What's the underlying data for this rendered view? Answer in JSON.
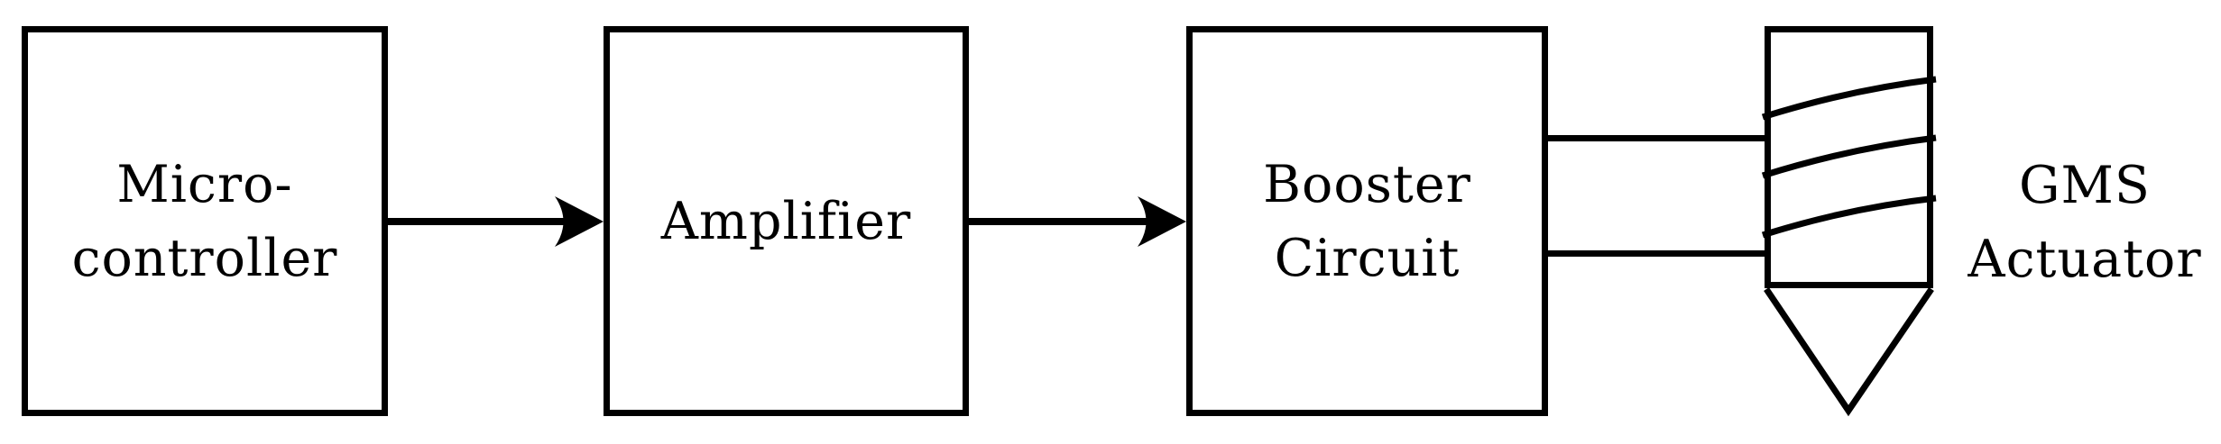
{
  "diagram": {
    "background_color": "#ffffff",
    "line_color": "#000000",
    "blocks": [
      {
        "id": "microcontroller",
        "label_lines": [
          "Micro-",
          "controller"
        ]
      },
      {
        "id": "amplifier",
        "label_lines": [
          "Amplifier"
        ]
      },
      {
        "id": "booster_circuit",
        "label_lines": [
          "Booster",
          "Circuit"
        ]
      }
    ],
    "actuator": {
      "label_lines": [
        "GMS",
        "Actuator"
      ]
    },
    "connections": [
      {
        "from": "Micro-controller",
        "to": "Amplifier",
        "style": "arrow"
      },
      {
        "from": "Amplifier",
        "to": "Booster Circuit",
        "style": "arrow"
      },
      {
        "from": "Booster Circuit",
        "to": "GMS Actuator",
        "style": "double-line"
      }
    ]
  }
}
